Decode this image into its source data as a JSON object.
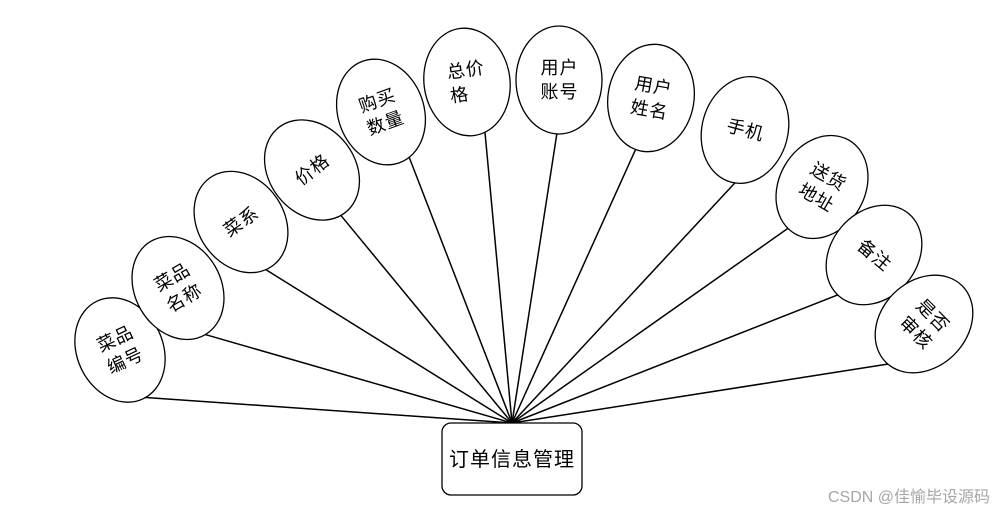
{
  "diagram": {
    "entity": {
      "label": "订单信息管理"
    },
    "attributes": [
      {
        "lines": [
          "菜品",
          "编号"
        ]
      },
      {
        "lines": [
          "菜品",
          "名称"
        ]
      },
      {
        "lines": [
          "菜系"
        ]
      },
      {
        "lines": [
          "价格"
        ]
      },
      {
        "lines": [
          "购买",
          "数量"
        ]
      },
      {
        "lines": [
          "总价",
          "格"
        ]
      },
      {
        "lines": [
          "用户",
          "账号"
        ]
      },
      {
        "lines": [
          "用户",
          "姓名"
        ]
      },
      {
        "lines": [
          "手机"
        ]
      },
      {
        "lines": [
          "送货",
          "地址"
        ]
      },
      {
        "lines": [
          "备注"
        ]
      },
      {
        "lines": [
          "是否",
          "审核"
        ]
      }
    ],
    "colors": {
      "stroke": "#000000",
      "fill": "#ffffff",
      "text": "#000000"
    }
  },
  "watermark": {
    "text": "CSDN @佳愉毕设源码",
    "color": "#a6a6a6"
  }
}
